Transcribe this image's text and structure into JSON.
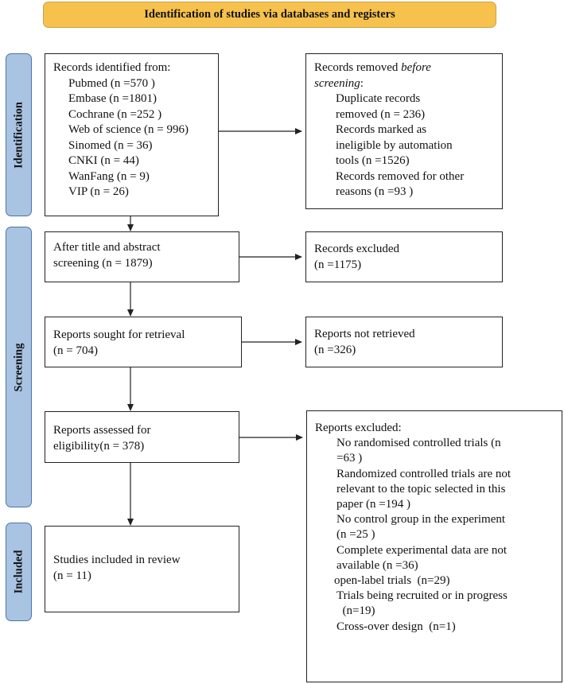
{
  "header": {
    "title": "Identification of studies via databases and registers"
  },
  "stages": {
    "identification": "Identification",
    "screening": "Screening",
    "included": "Included"
  },
  "identified": {
    "title": "Records identified from:",
    "items": [
      "Pubmed (n =570 )",
      "Embase (n =1801)",
      "Cochrane (n =252 )",
      "Web of science (n = 996)",
      "Sinomed (n = 36)",
      "CNKI (n = 44)",
      "WanFang (n = 9)",
      "VIP (n = 26)"
    ]
  },
  "removed": {
    "title_prefix": "Records removed ",
    "title_emphasis": "before",
    "title_line2": "screening",
    "title_suffix": ":",
    "items": [
      [
        "Duplicate records",
        "removed  (n = 236)"
      ],
      [
        "Records marked as",
        "ineligible by automation",
        "tools (n =1526)"
      ],
      [
        "Records removed for other",
        "reasons (n =93 )"
      ]
    ]
  },
  "screened": {
    "lines": [
      "After title and abstract",
      "screening (n = 1879)"
    ]
  },
  "excluded_screen": {
    "lines": [
      "Records excluded",
      "(n =1175)"
    ]
  },
  "sought": {
    "lines": [
      "Reports sought for retrieval",
      "(n = 704)"
    ]
  },
  "not_retrieved": {
    "lines": [
      "Reports not retrieved",
      "(n =326)"
    ]
  },
  "assessed": {
    "lines": [
      "Reports assessed for",
      "eligibility(n = 378)"
    ]
  },
  "reports_excluded": {
    "title": "Reports excluded:",
    "items": [
      [
        "No randomised controlled trials (n",
        "=63 )"
      ],
      [
        "Randomized controlled trials are not",
        "relevant to the topic selected in this",
        "paper (n =194 )"
      ],
      [
        "No control group in the experiment",
        "(n =25 )"
      ],
      [
        "Complete experimental data are not",
        "available (n =36)"
      ],
      [
        "open-label trials  (n=29)"
      ],
      [
        "Trials being recruited or in progress",
        "  (n=19)"
      ],
      [
        "Cross-over design  (n=1)"
      ]
    ]
  },
  "included_box": {
    "lines": [
      "Studies included in review",
      "(n = 11)"
    ]
  }
}
